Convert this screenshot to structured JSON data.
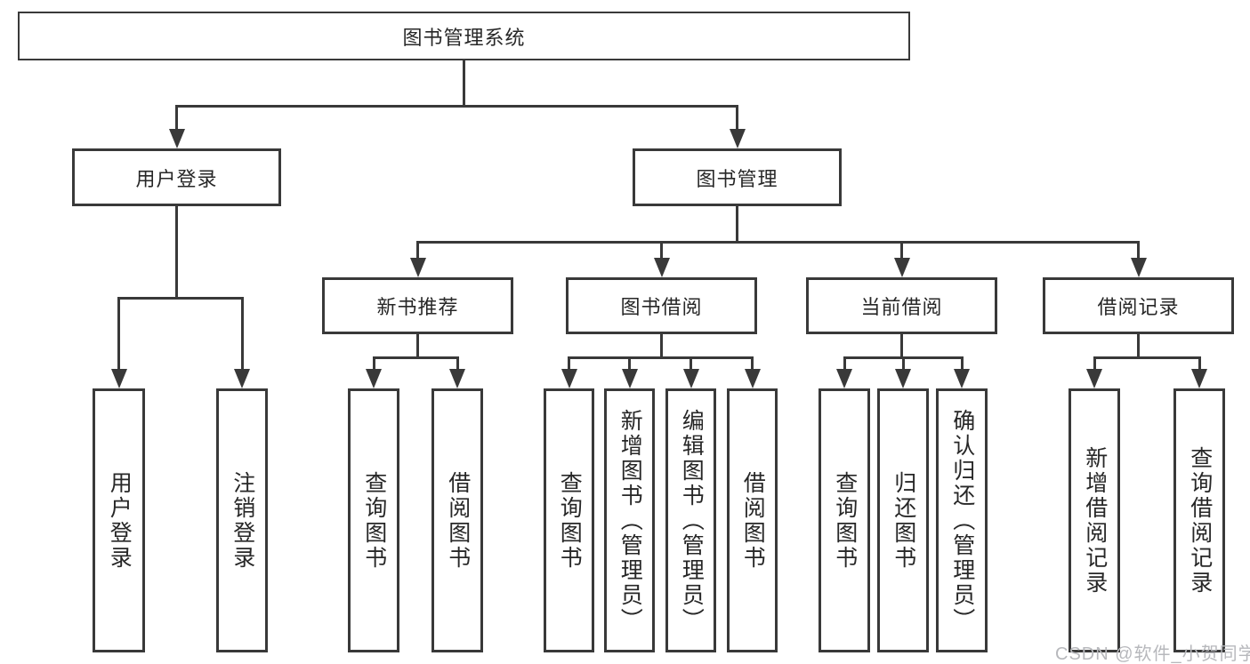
{
  "diagram": {
    "root": {
      "label": "图书管理系统"
    },
    "user_branch": {
      "label": "用户登录",
      "children": [
        {
          "label": "用户登录"
        },
        {
          "label": "注销登录"
        }
      ]
    },
    "book_branch": {
      "label": "图书管理",
      "sections": [
        {
          "label": "新书推荐",
          "children": [
            {
              "label": "查询图书"
            },
            {
              "label": "借阅图书"
            }
          ]
        },
        {
          "label": "图书借阅",
          "children": [
            {
              "label": "查询图书"
            },
            {
              "label": "新增图书（管理员）"
            },
            {
              "label": "编辑图书（管理员）"
            },
            {
              "label": "借阅图书"
            }
          ]
        },
        {
          "label": "当前借阅",
          "children": [
            {
              "label": "查询图书"
            },
            {
              "label": "归还图书"
            },
            {
              "label": "确认归还（管理员）"
            }
          ]
        },
        {
          "label": "借阅记录",
          "children": [
            {
              "label": "新增借阅记录"
            },
            {
              "label": "查询借阅记录"
            }
          ]
        }
      ]
    }
  },
  "watermark": {
    "text": "CSDN @软件_小贺同学"
  },
  "colors": {
    "line": "#393939",
    "text": "#272727",
    "background": "#ffffff",
    "watermark": "#b7b8bc"
  }
}
